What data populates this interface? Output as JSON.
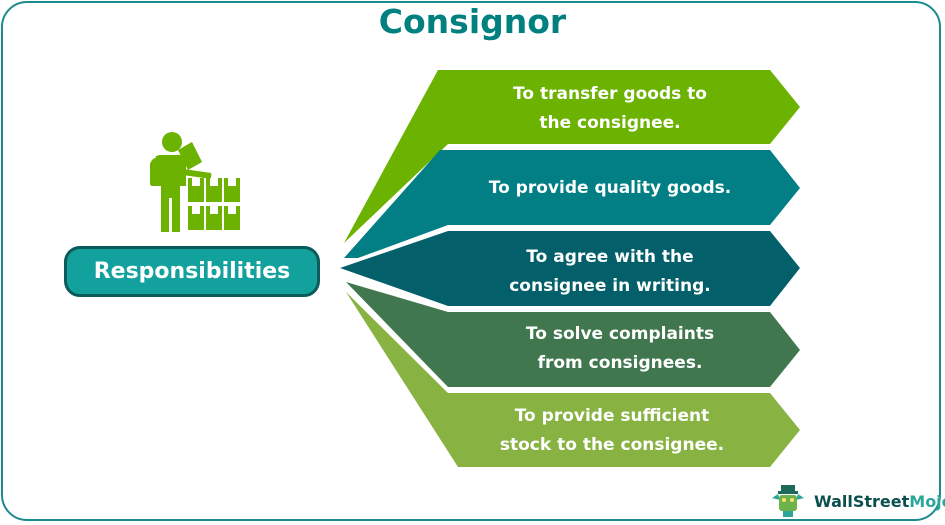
{
  "title": "Consignor",
  "center_label": "Responsibilities",
  "items": [
    {
      "line1": "To transfer goods to",
      "line2": "the consignee.",
      "color": "#6bb300"
    },
    {
      "line1": "To provide quality goods.",
      "line2": "",
      "color": "#017f84"
    },
    {
      "line1": "To agree with the",
      "line2": "consignee in writing.",
      "color": "#03606b"
    },
    {
      "line1": "To solve complaints",
      "line2": "from consignees.",
      "color": "#41774f"
    },
    {
      "line1": "To provide sufficient",
      "line2": "stock to the consignee.",
      "color": "#88b342"
    }
  ],
  "icons": {
    "main": "person-with-boxes-icon",
    "logo": "mascot-icon"
  },
  "logo": {
    "part1": "WallStreet",
    "part2": "Mojo"
  },
  "colors": {
    "accent": "#00807f",
    "border": "#1d8a8e",
    "icon": "#6bb300"
  }
}
